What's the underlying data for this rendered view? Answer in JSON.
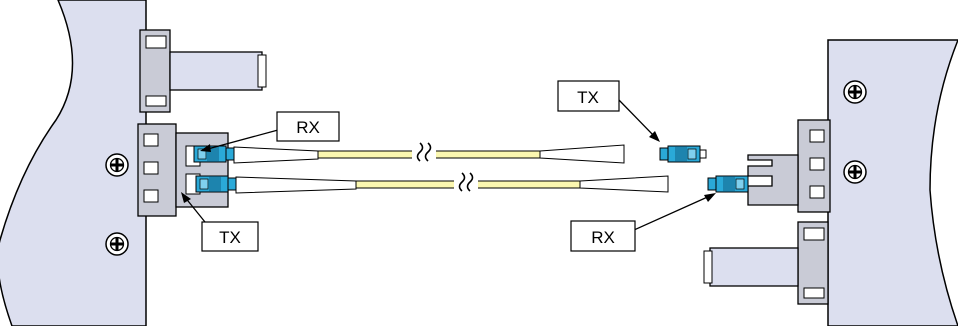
{
  "labels": {
    "left_rx": "RX",
    "left_tx": "TX",
    "right_tx": "TX",
    "right_rx": "RX"
  },
  "colors": {
    "panel": "#dcdfef",
    "cage": "#c9cbd6",
    "fiber": "#fbf7b0",
    "connector": "#2aa9d8",
    "outline": "#000000"
  },
  "icons": [
    "screw-icon",
    "fiber-break-icon"
  ]
}
